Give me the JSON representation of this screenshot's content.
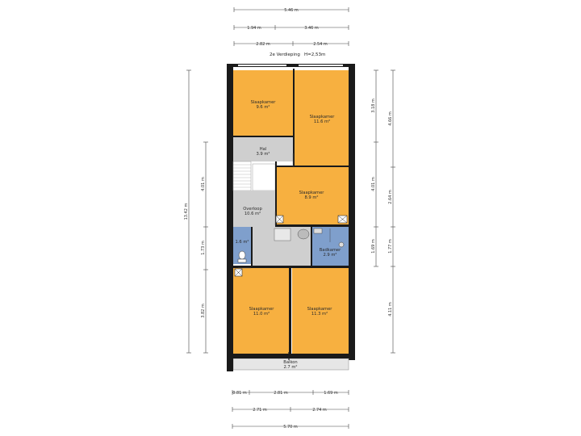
{
  "floor": {
    "name": "2e Verdieping",
    "height": "H=2,53m"
  },
  "dimensions": {
    "top": [
      "5.46 m",
      "1.94 m",
      "3.46 m",
      "2.82 m",
      "2.54 m"
    ],
    "bottom": [
      "0.81 m",
      "2.81 m",
      "1.69 m",
      "2.71 m",
      "2.74 m",
      "5.70 m"
    ],
    "left": [
      "13.42 m",
      "4.01 m",
      "1.73 m",
      "3.82 m"
    ],
    "right": [
      "3.18 m",
      "4.66 m",
      "4.01 m",
      "2.64 m",
      "1.69 m",
      "1.77 m",
      "4.11 m"
    ]
  },
  "rooms": [
    {
      "name": "Slaapkamer",
      "area": "9.6 m²"
    },
    {
      "name": "Slaapkamer",
      "area": "11.6 m²"
    },
    {
      "name": "Hal",
      "area": "3.9 m²"
    },
    {
      "name": "Slaapkamer",
      "area": "8.9 m²"
    },
    {
      "name": "Overloop",
      "area": "10.6 m²"
    },
    {
      "name": "",
      "area": "1.6 m²"
    },
    {
      "name": "Badkamer",
      "area": "2.9 m²"
    },
    {
      "name": "Slaapkamer",
      "area": "11.0 m²"
    },
    {
      "name": "Slaapkamer",
      "area": "11.3 m²"
    },
    {
      "name": "Balkon",
      "area": "2.7 m²"
    }
  ],
  "colors": {
    "bedroom": "#f7b040",
    "circulation": "#cfcfcf",
    "wet": "#7f9fcc",
    "balcony": "#e6e6e6",
    "wall": "#1a1a1a"
  }
}
